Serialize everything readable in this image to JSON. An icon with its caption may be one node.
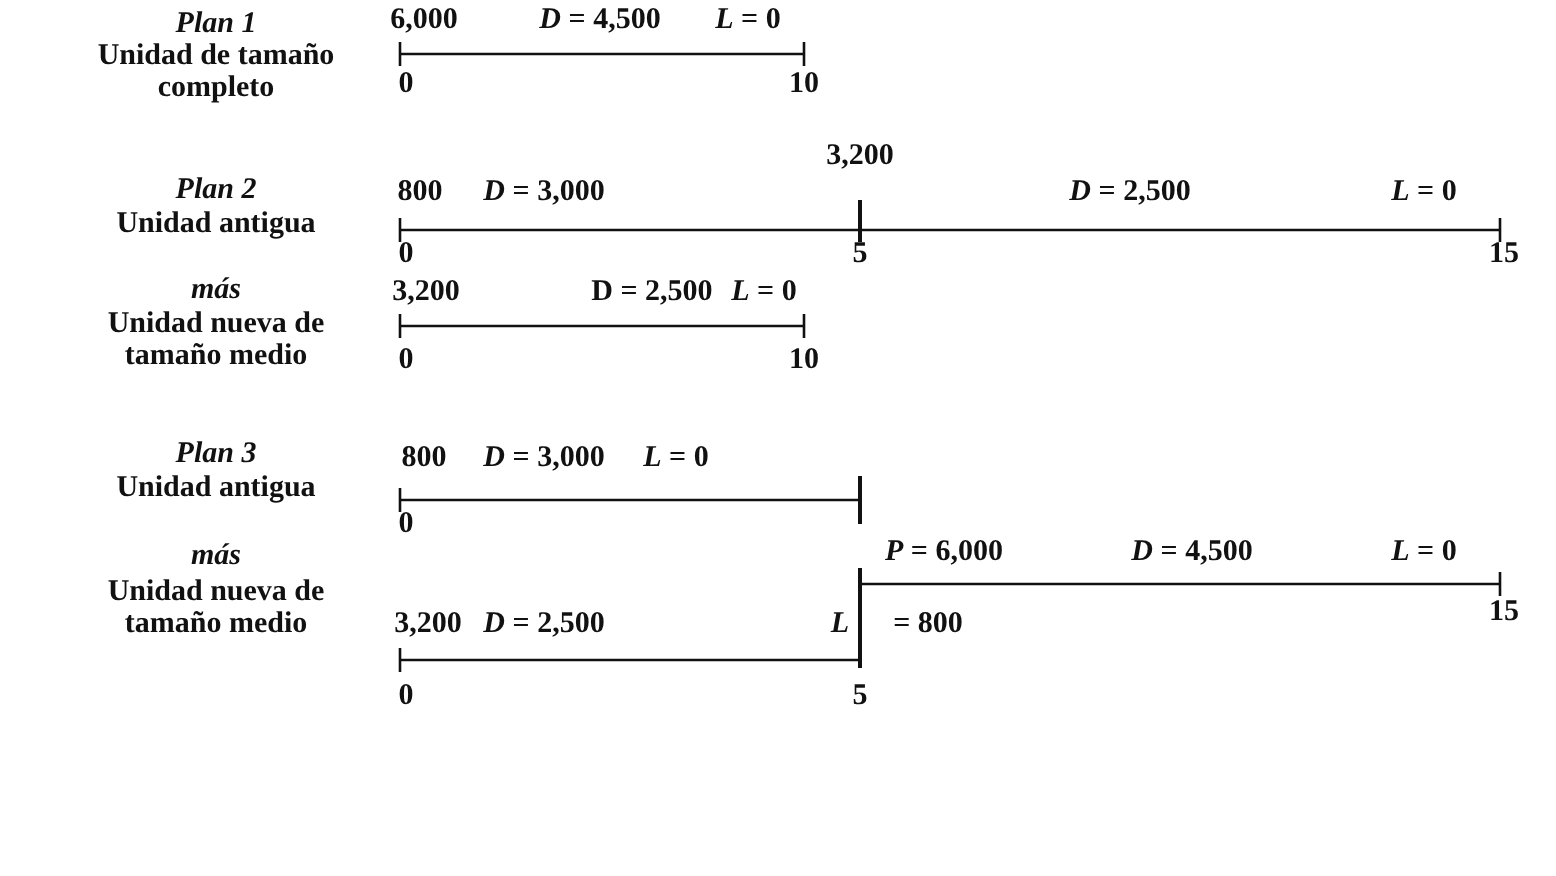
{
  "diagram": {
    "labels": [
      "Plan 1",
      "Unidad de tamaño completo",
      "6,000",
      "*D* = 4,500",
      "*L* = 0",
      "0",
      "10",
      "Plan 2",
      "Unidad antigua",
      "3,200",
      "800",
      "*D* = 3,000",
      "*D* = 2,500",
      "*L* = 0",
      "0",
      "5",
      "15",
      "más",
      "Unidad nueva de tamaño medio",
      "3,200",
      "D = 2,500",
      "*L* = 0",
      "0",
      "10",
      "Plan 3",
      "Unidad antigua",
      "800",
      "*D* = 3,000",
      "*L* = 0",
      "0",
      "más",
      "*P* = 6,000",
      "*D* = 4,500",
      "*L* = 0",
      "Unidad nueva de tamaño medio",
      "3,200",
      "*D* = 2,500",
      "*L*",
      "= 800",
      "15",
      "0",
      "5"
    ]
  }
}
